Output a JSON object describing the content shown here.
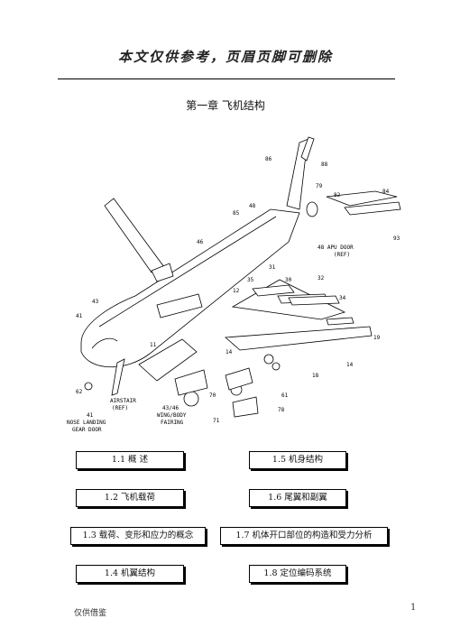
{
  "header": {
    "note": "本文仅供参考，页眉页脚可删除"
  },
  "chapter": {
    "title": "第一章   飞机结构"
  },
  "diagram": {
    "labels": {
      "l86": "86",
      "l88": "88",
      "l79": "79",
      "l82": "82",
      "l84": "84",
      "l93": "93",
      "l85": "85",
      "l48": "48",
      "l48apu1": "48 APU DOOR",
      "l48apu2": "(REF)",
      "l46": "46",
      "l31": "31",
      "l35": "35",
      "l30": "30",
      "l32": "32",
      "l43": "43",
      "l12": "12",
      "l34": "34",
      "l41a": "41",
      "l19": "19",
      "l11": "11",
      "l14a": "14",
      "l18": "18",
      "l14b": "14",
      "l62": "62",
      "l61": "61",
      "l70": "70",
      "l78": "78",
      "l71": "71",
      "air1": "AIRSTAIR",
      "air2": "(REF)",
      "wing1": "43/46",
      "wing2": "WING/BODY",
      "wing3": "FAIRING",
      "l41b": "41",
      "nose1": "NOSE LANDING",
      "nose2": "GEAR DOOR"
    }
  },
  "sections": {
    "s1_1": "1.1 概    述",
    "s1_5": "1.5  机身结构",
    "s1_2": "1.2 飞机载荷",
    "s1_6": "1.6  尾翼和副翼",
    "s1_3": "1.3  载荷、变形和应力的概念",
    "s1_7": "1.7  机体开口部位的构造和受力分析",
    "s1_4": "1.4  机翼结构",
    "s1_8": "1.8  定位编码系统"
  },
  "footer": {
    "left_text": "仅供借鉴",
    "page_number": "1"
  }
}
